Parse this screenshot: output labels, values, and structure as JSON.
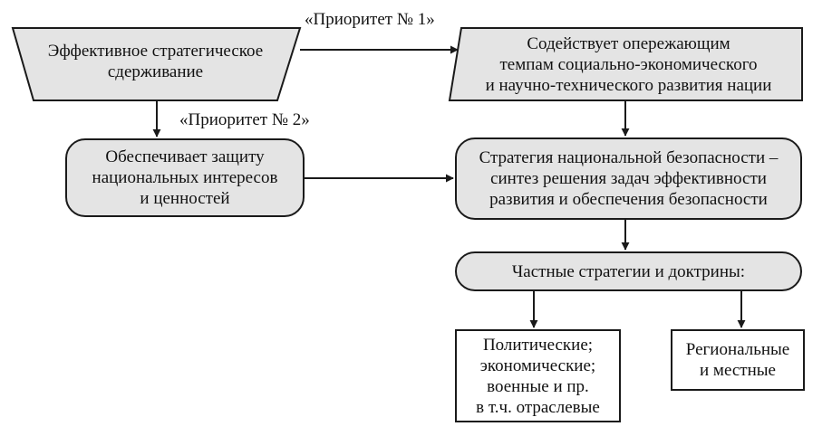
{
  "diagram": {
    "nodes": {
      "deterrence": {
        "text": "Эффективное стратегическое\nсдерживание"
      },
      "development": {
        "text": "Содействует опережающим\nтемпам социально-экономического\nи научно-технического развития нации"
      },
      "protection": {
        "text": "Обеспечивает защиту\nнациональных интересов\nи ценностей"
      },
      "strategy": {
        "text": "Стратегия национальной безопасности –\nсинтез решения задач эффективности\nразвития и обеспечения безопасности"
      },
      "private": {
        "text": "Частные стратегии и доктрины:"
      },
      "political": {
        "text": "Политические;\nэкономические;\nвоенные и пр.\nв т.ч. отраслевые"
      },
      "regional": {
        "text": "Региональные\nи местные"
      }
    },
    "edge_labels": {
      "priority1": "«Приоритет № 1»",
      "priority2": "«Приоритет № 2»"
    },
    "colors": {
      "fill": "#e4e4e4",
      "stroke": "#1a1a1a"
    }
  }
}
